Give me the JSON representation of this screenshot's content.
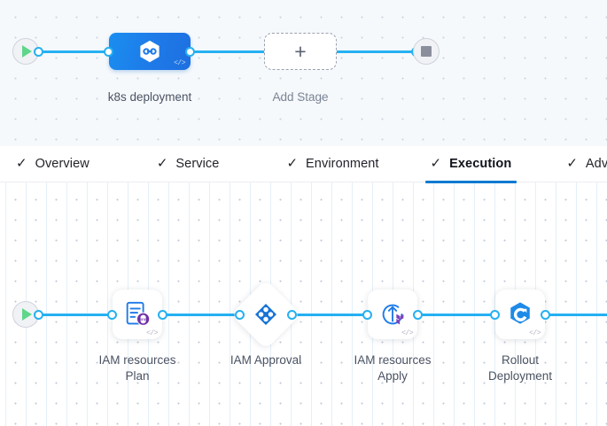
{
  "pipeline_stages": {
    "start_node": "start",
    "stage": {
      "label": "k8s deployment",
      "icon": "kubernetes-service-icon",
      "code_badge": "</>"
    },
    "add_stage": {
      "label": "Add Stage",
      "plus": "+"
    },
    "end_node": "stop"
  },
  "tabs": [
    {
      "label": "Overview",
      "check": "✓",
      "active": false
    },
    {
      "label": "Service",
      "check": "✓",
      "active": false
    },
    {
      "label": "Environment",
      "check": "✓",
      "active": false
    },
    {
      "label": "Execution",
      "check": "✓",
      "active": true
    },
    {
      "label": "Advanced",
      "check": "✓",
      "active": false
    }
  ],
  "execution_steps": {
    "start_node": "start",
    "steps": [
      {
        "label": "IAM resources\nPlan",
        "icon": "terraform-plan-icon",
        "shape": "card",
        "code_badge": "</>"
      },
      {
        "label": "IAM Approval",
        "icon": "harness-approval-icon",
        "shape": "diamond",
        "code_badge": ""
      },
      {
        "label": "IAM resources\nApply",
        "icon": "terraform-apply-icon",
        "shape": "card",
        "code_badge": "</>"
      },
      {
        "label": "Rollout\nDeployment",
        "icon": "rollout-deployment-icon",
        "shape": "card",
        "code_badge": "</>"
      }
    ]
  },
  "colors": {
    "edge": "#25b0f2",
    "accent": "#0b7ad1",
    "stage_blue": "#1e7ae8",
    "start_green": "#5fd68a",
    "stop_gray": "#8b8f9c",
    "terraform_purple": "#7b42bc",
    "label_text": "#4b5363",
    "canvas_top_bg": "#f6f9fc"
  }
}
